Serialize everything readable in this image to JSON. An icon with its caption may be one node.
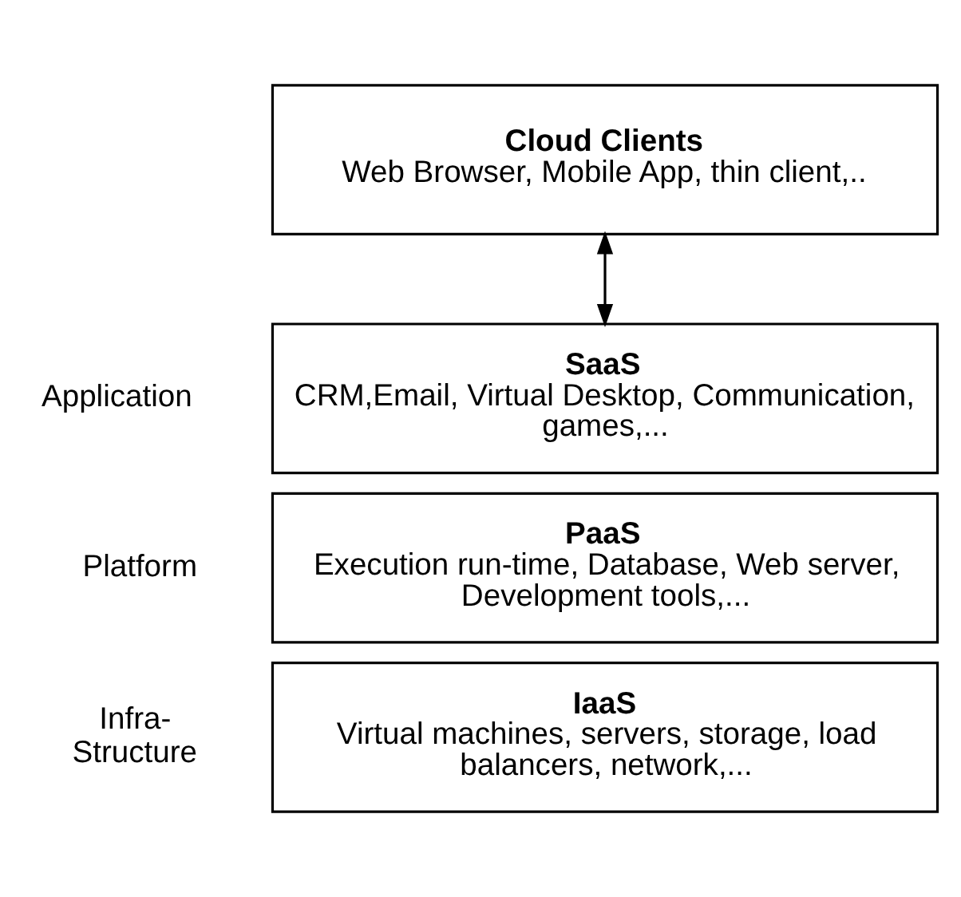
{
  "diagram": {
    "nodes": [
      {
        "text": [
          "Cloud Clients",
          "Web Browser, Mobile App, thin client,.."
        ]
      },
      {
        "text": [
          "SaaS",
          "CRM,Email, Virtual Desktop, Communication, games,..."
        ],
        "beside": [
          "Application"
        ]
      },
      {
        "text": [
          "PaaS",
          "Execution run-time, Database, Web server, Development tools,..."
        ],
        "beside": [
          "Platform"
        ]
      },
      {
        "text": [
          "IaaS",
          "Virtual machines, servers, storage, load balancers, network,..."
        ],
        "beside": [
          "Infra- Structure"
        ]
      }
    ],
    "edges": [
      {
        "from": 0,
        "to": 1,
        "arrow": "both"
      }
    ]
  }
}
